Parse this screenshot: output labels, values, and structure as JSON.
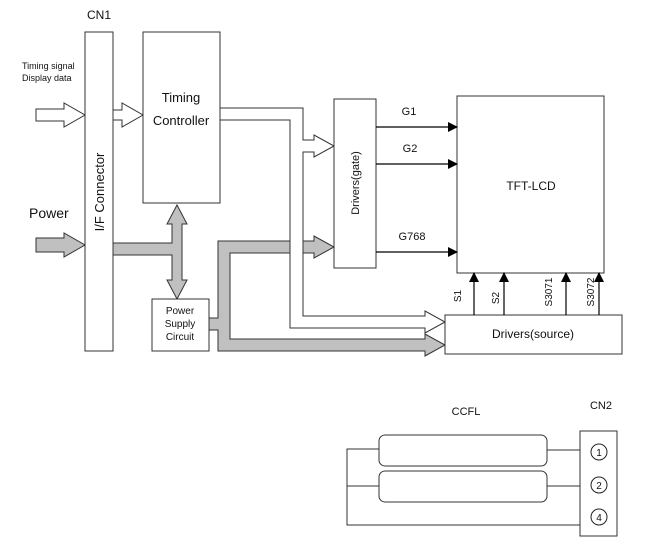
{
  "title": "TFT-LCD Module Block Diagram",
  "blocks": {
    "cn1": {
      "label": "CN1",
      "connector_label": "I/F Connector"
    },
    "timing_controller": {
      "line1": "Timing",
      "line2": "Controller"
    },
    "power_supply": {
      "line1": "Power",
      "line2": "Supply",
      "line3": "Circuit"
    },
    "gate_drivers": {
      "label": "Drivers(gate)"
    },
    "source_drivers": {
      "label": "Drivers(source)"
    },
    "tft_lcd": {
      "label": "TFT-LCD"
    },
    "ccfl": {
      "label": "CCFL"
    },
    "cn2": {
      "label": "CN2",
      "pins": [
        "1",
        "2",
        "4"
      ]
    }
  },
  "inputs": {
    "signal_line1": "Timing signal",
    "signal_line2": "Display data",
    "power": "Power"
  },
  "gate_lines": [
    "G1",
    "G2",
    "G768"
  ],
  "source_lines": [
    "S1",
    "S2",
    "S3071",
    "S3072"
  ],
  "colors": {
    "stroke": "#333333",
    "power_bus_fill": "#c0c0c0",
    "box_fill": "#ffffff"
  }
}
